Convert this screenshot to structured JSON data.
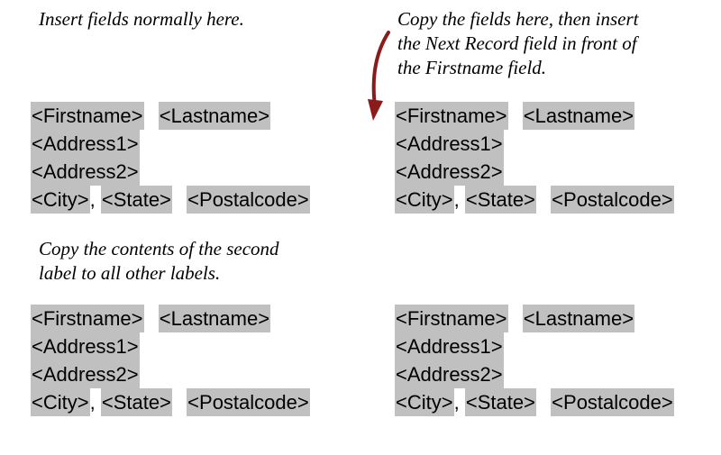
{
  "notes": {
    "top_left": [
      "Insert fields normally here."
    ],
    "top_right": [
      "Copy the fields here, then insert",
      "the Next Record field in front of",
      "the Firstname field."
    ],
    "middle_left": [
      "Copy the contents of the second",
      "label to all other labels."
    ]
  },
  "fields": {
    "firstname": "<Firstname>",
    "lastname": "<Lastname>",
    "address1": "<Address1>",
    "address2": "<Address2>",
    "city": "<City>",
    "comma": ",",
    "state": "<State>",
    "postalcode": "<Postalcode>"
  },
  "colors": {
    "field_highlight": "#c0c0c0",
    "arrow": "#8b1a1a"
  },
  "icons": {
    "arrow": "curved-arrow-icon"
  }
}
